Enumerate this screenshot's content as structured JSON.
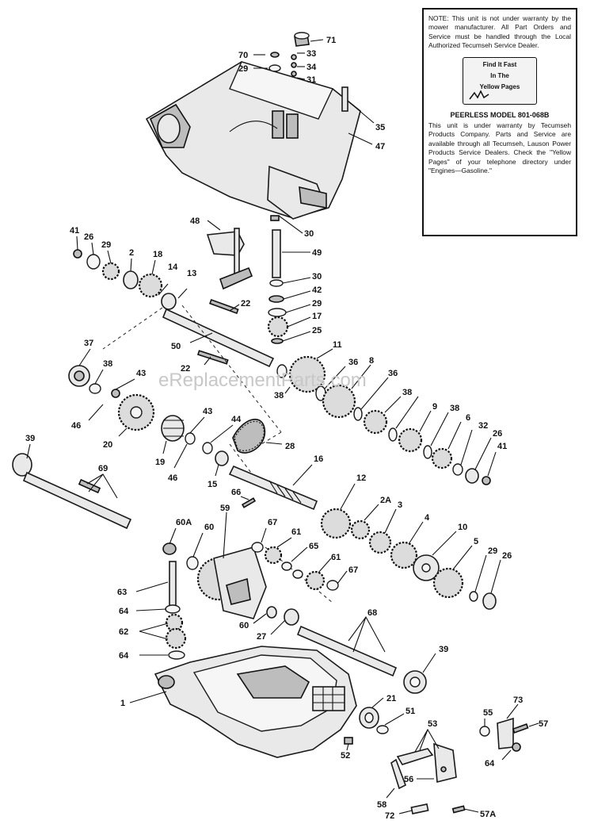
{
  "note": {
    "text": "NOTE: This unit is not under warranty by the mower manufacturer. All Part Orders and Service must be handled through the Local Authorized Tecumseh Service Dealer.",
    "sign_lines": [
      "Find It Fast",
      "In The",
      "Yellow Pages"
    ],
    "model_title": "PEERLESS MODEL 801-068B",
    "model_text": "This unit is under warranty by Tecumseh Products Company. Parts and Service are available through all Tecumseh, Lauson Power Products Service Dealers. Check the \"Yellow Pages\" of your telephone directory under \"Engines—Gasoline.\""
  },
  "watermark": "eReplacementParts.com",
  "callouts": {
    "c71": "71",
    "c70": "70",
    "c33": "33",
    "c29a": "29",
    "c34": "34",
    "c31": "31",
    "c35": "35",
    "c47": "47",
    "c48": "48",
    "c30a": "30",
    "c49": "49",
    "c30b": "30",
    "c42": "42",
    "c29b": "29",
    "c17": "17",
    "c25": "25",
    "c22a": "22",
    "c22b": "22",
    "c50": "50",
    "c41a": "41",
    "c26a": "26",
    "c29c": "29",
    "c2": "2",
    "c18": "18",
    "c14": "14",
    "c13": "13",
    "c37": "37",
    "c38a": "38",
    "c43a": "43",
    "c46a": "46",
    "c20": "20",
    "c43b": "43",
    "c44": "44",
    "c19": "19",
    "c46b": "46",
    "c15": "15",
    "c28": "28",
    "c39a": "39",
    "c69": "69",
    "c16": "16",
    "c11": "11",
    "c36a": "36",
    "c8": "8",
    "c36b": "36",
    "c38b": "38",
    "c38c": "38",
    "c9": "9",
    "c38d": "38",
    "c6": "6",
    "c32": "32",
    "c26b": "26",
    "c41b": "41",
    "c12": "12",
    "c2a": "2A",
    "c3": "3",
    "c4": "4",
    "c10": "10",
    "c5": "5",
    "c29d": "29",
    "c26c": "26",
    "c66": "66",
    "c59": "59",
    "c60a": "60A",
    "c60b": "60",
    "c67a": "67",
    "c61a": "61",
    "c65": "65",
    "c61b": "61",
    "c67b": "67",
    "c63": "63",
    "c64a": "64",
    "c62": "62",
    "c64b": "64",
    "c60c": "60",
    "c27": "27",
    "c68": "68",
    "c39b": "39",
    "c1": "1",
    "c21": "21",
    "c51": "51",
    "c53": "53",
    "c52": "52",
    "c55": "55",
    "c73": "73",
    "c57": "57",
    "c64c": "64",
    "c56": "56",
    "c58": "58",
    "c72": "72",
    "c57a": "57A"
  }
}
